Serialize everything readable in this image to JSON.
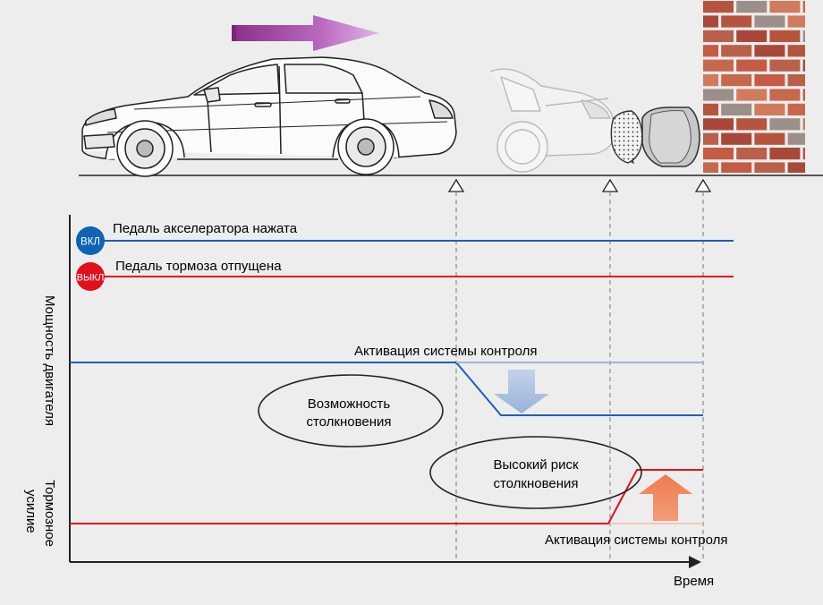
{
  "badges": {
    "on": "ВКЛ",
    "off": "ВЫКЛ"
  },
  "labels": {
    "accelerator": "Педаль акселератора нажата",
    "brake": "Педаль тормоза отпущена",
    "control_top": "Активация системы контроля",
    "control_bottom": "Активация системы контроля",
    "engine_power": "Мощность двигателя",
    "brake_force_line1": "Тормозное",
    "brake_force_line2": "усилие",
    "time": "Время"
  },
  "ellipses": {
    "possible_collision": [
      "Возможность",
      "столкновения"
    ],
    "high_risk": [
      "Высокий риск",
      "столкновения"
    ]
  },
  "colors": {
    "background": "#ededed",
    "blue": "#1f5fb4",
    "red": "#e3101c",
    "on_badge": "#0e63b5",
    "off_badge": "#e0101d",
    "arrow_purple": "#9a3d9a",
    "arrow_down": "#a9bfdd",
    "arrow_up": "#ef845a",
    "brick": "#b5553f"
  },
  "icons": {
    "car_main": "sedan-car-icon",
    "car_ghost": "crashing-car-icon",
    "wall": "brick-wall-icon",
    "airbag": "airbag-icon",
    "direction": "motion-arrow-icon"
  }
}
